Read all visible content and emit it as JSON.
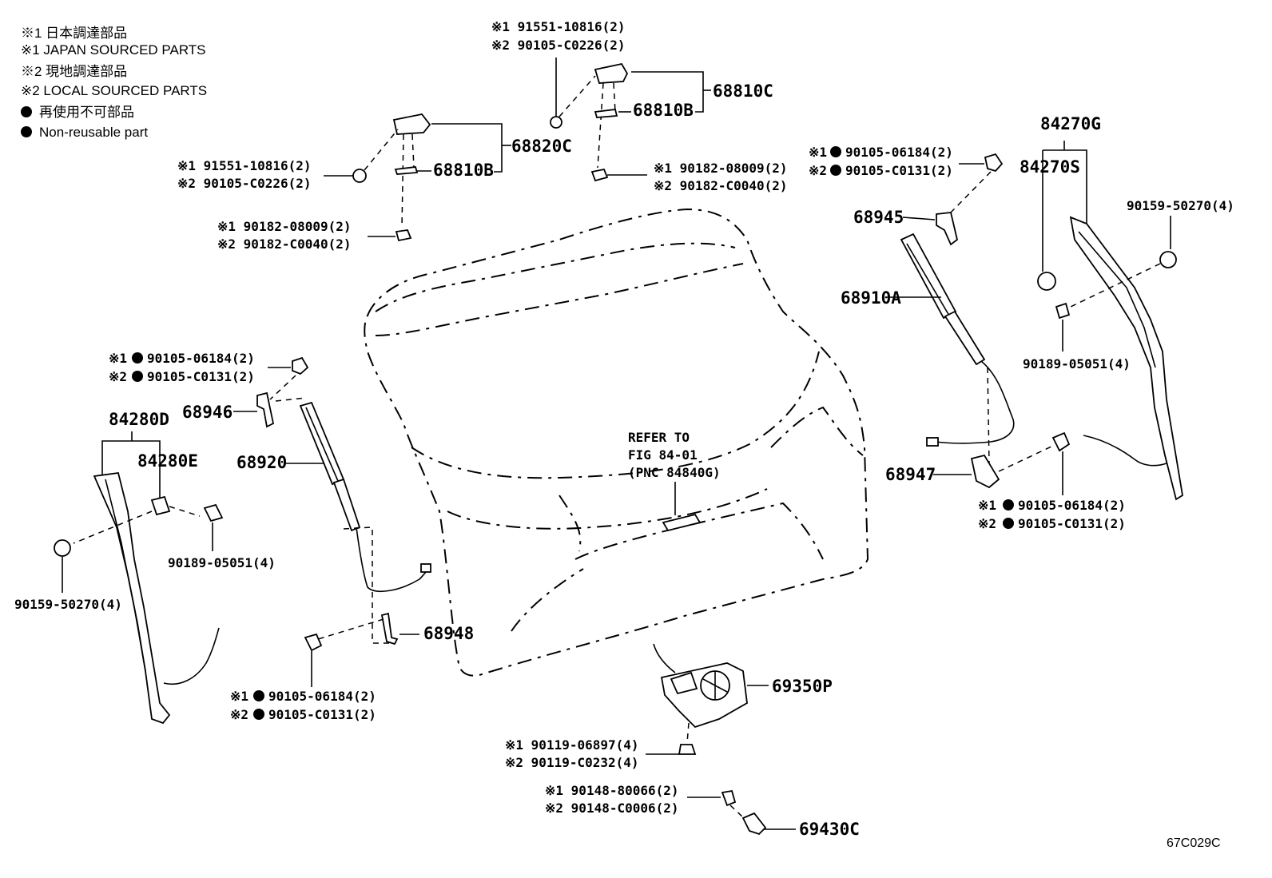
{
  "legend": {
    "l1": "※1 日本調達部品",
    "l2": "※1 JAPAN SOURCED PARTS",
    "l3": "※2 現地調達部品",
    "l4": "※2 LOCAL SOURCED PARTS",
    "l5": "再使用不可部品",
    "l6": "Non-reusable part"
  },
  "labels": {
    "p68810C": "68810C",
    "p68810B_top": "68810B",
    "p68820C": "68820C",
    "p68810B_left": "68810B",
    "p84270G": "84270G",
    "p84270S": "84270S",
    "p68945": "68945",
    "p68910A": "68910A",
    "p68947": "68947",
    "p84280D": "84280D",
    "p84280E": "84280E",
    "p68946": "68946",
    "p68920": "68920",
    "p68948": "68948",
    "p69350P": "69350P",
    "p69430C": "69430C",
    "code": "67C029C"
  },
  "parts": {
    "t1a": "※1 91551-10816(2)",
    "t1b": "※2 90105-C0226(2)",
    "t2a": "※1 91551-10816(2)",
    "t2b": "※2 90105-C0226(2)",
    "t3a": "※1 90182-08009(2)",
    "t3b": "※2 90182-C0040(2)",
    "t4a": "※1 90182-08009(2)",
    "t4b": "※2 90182-C0040(2)",
    "t5a": "90105-06184(2)",
    "t5b": "90105-C0131(2)",
    "t6": "90159-50270(4)",
    "t7": "90189-05051(4)",
    "t8a": "90105-06184(2)",
    "t8b": "90105-C0131(2)",
    "t9a": "90105-06184(2)",
    "t9b": "90105-C0131(2)",
    "t10": "90189-05051(4)",
    "t11": "90159-50270(4)",
    "t12a": "90105-06184(2)",
    "t12b": "90105-C0131(2)",
    "t13a": "※1 90119-06897(4)",
    "t13b": "※2 90119-C0232(4)",
    "t14a": "※1 90148-80066(2)",
    "t14b": "※2 90148-C0006(2)",
    "m1": "※1",
    "m2": "※2"
  },
  "refer": {
    "line1": "REFER TO",
    "line2": "FIG 84-01",
    "line3": "(PNC 84840G)"
  }
}
